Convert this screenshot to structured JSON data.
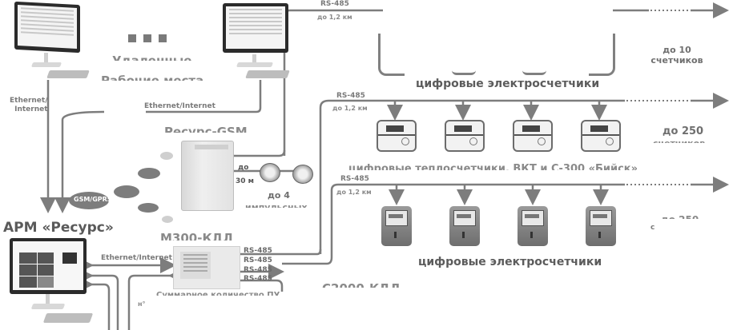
{
  "workstations": {
    "top_left_uplink": "Ethernet/\nInternet",
    "top_right_uplink": "Ethernet/Internet",
    "separator_icon": "three-squares-icon",
    "arm_title": "АРМ «Ресурс»",
    "arm_link": "Ethernet/Internet"
  },
  "gsm": {
    "cloud_label": "GSM/GPRS",
    "device_title_partial": "Ресурс-GSM",
    "pulse_distance_1": "до",
    "pulse_distance_2": "30 м",
    "pulse_count": "до 4",
    "pulse_type_partial": "импульсных"
  },
  "buses": [
    {
      "protocol": "RS-485",
      "distance": "до 1,2 км",
      "devices_caption": "цифровые электросчетчики",
      "limit_line1": "до 10",
      "limit_line2": "счетчиков"
    },
    {
      "protocol": "RS-485",
      "distance": "до 1,2 км",
      "devices_caption_partial": "цифровые теплосчетчики, ВКТ и С-300 «Бийск»",
      "limit_line1": "до 250",
      "limit_line2": "счетчиков"
    },
    {
      "protocol": "RS-485",
      "distance": "до 1,2 км",
      "devices_caption": "цифровые электросчетчики",
      "limit_line1": "до 250",
      "limit_line2": "с"
    }
  ],
  "controller": {
    "title_partial": "M300-КДЛ",
    "outputs": [
      "RS-485",
      "RS-485",
      "RS-485",
      "RS-485"
    ],
    "caption_partial": "Суммарное количество ПУ",
    "footnote_partial": "н°",
    "bottom_title_partial": "С2000-КДЛ"
  },
  "colors": {
    "line": "#7d7d7d",
    "text": "#6b6b6b",
    "dark": "#555555"
  }
}
